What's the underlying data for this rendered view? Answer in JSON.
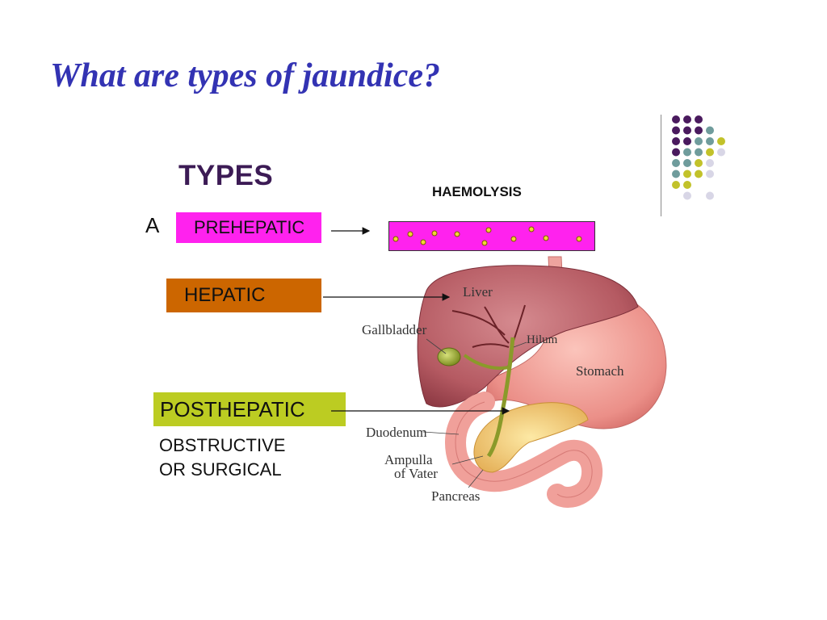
{
  "title": "What are types of jaundice?",
  "diagram": {
    "heading": "TYPES",
    "label_a": "A",
    "prehepatic": "PREHEPATIC",
    "hepatic": "HEPATIC",
    "posthepatic": "POSTHEPATIC",
    "posthepatic_sub_1": "OBSTRUCTIVE",
    "posthepatic_sub_2": "OR SURGICAL",
    "haemolysis": "HAEMOLYSIS",
    "colors": {
      "prehepatic": "#ff22ee",
      "hepatic": "#cc6600",
      "posthepatic": "#bccc22",
      "title": "#3333b3",
      "heading": "#3c1b55"
    }
  },
  "anatomy": {
    "liver": "Liver",
    "gallbladder": "Gallbladder",
    "hilum": "Hilum",
    "stomach": "Stomach",
    "duodenum": "Duodenum",
    "ampulla_1": "Ampulla",
    "ampulla_2": "of Vater",
    "pancreas": "Pancreas"
  },
  "decoration": {
    "dot_colors": [
      "#4a1a5e",
      "#6f9c9c",
      "#c2c22a",
      "#d8d6e6"
    ]
  }
}
